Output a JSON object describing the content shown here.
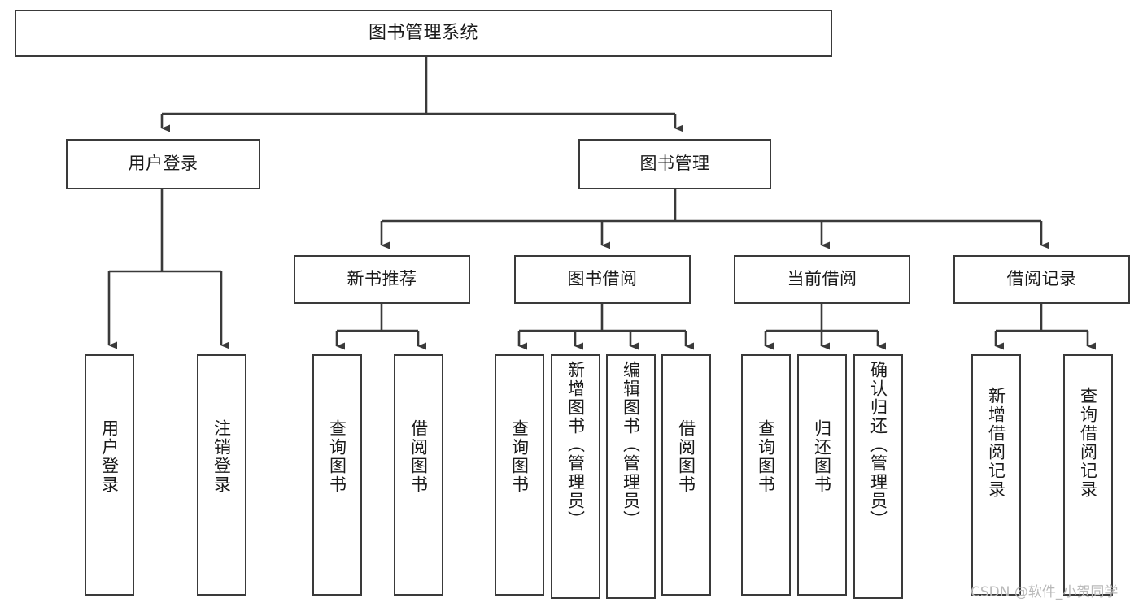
{
  "diagram": {
    "type": "tree-hierarchy-chart",
    "title": "图书管理系统",
    "orientation": "top-down",
    "box_stroke_color": "#3a3a3a",
    "box_fill_color": "#ffffff",
    "connector_color": "#3a3a3a",
    "background_color": "#ffffff"
  },
  "root": {
    "label": "图书管理系统"
  },
  "level2": [
    {
      "label": "用户登录"
    },
    {
      "label": "图书管理"
    }
  ],
  "level3": [
    {
      "label": "新书推荐"
    },
    {
      "label": "图书借阅"
    },
    {
      "label": "当前借阅"
    },
    {
      "label": "借阅记录"
    }
  ],
  "leaves": {
    "user_login": [
      {
        "label": "用户登录"
      },
      {
        "label": "注销登录"
      }
    ],
    "new_book_recommend": [
      {
        "label": "查询图书"
      },
      {
        "label": "借阅图书"
      }
    ],
    "book_borrow": [
      {
        "label": "查询图书"
      },
      {
        "label": "新增图书（管理员）"
      },
      {
        "label": "编辑图书（管理员）"
      },
      {
        "label": "借阅图书"
      }
    ],
    "current_borrow": [
      {
        "label": "查询图书"
      },
      {
        "label": "归还图书"
      },
      {
        "label": "确认归还（管理员）"
      }
    ],
    "borrow_record": [
      {
        "label": "新增借阅记录"
      },
      {
        "label": "查询借阅记录"
      }
    ]
  },
  "watermark": {
    "text": "CSDN @软件_小贺同学"
  }
}
